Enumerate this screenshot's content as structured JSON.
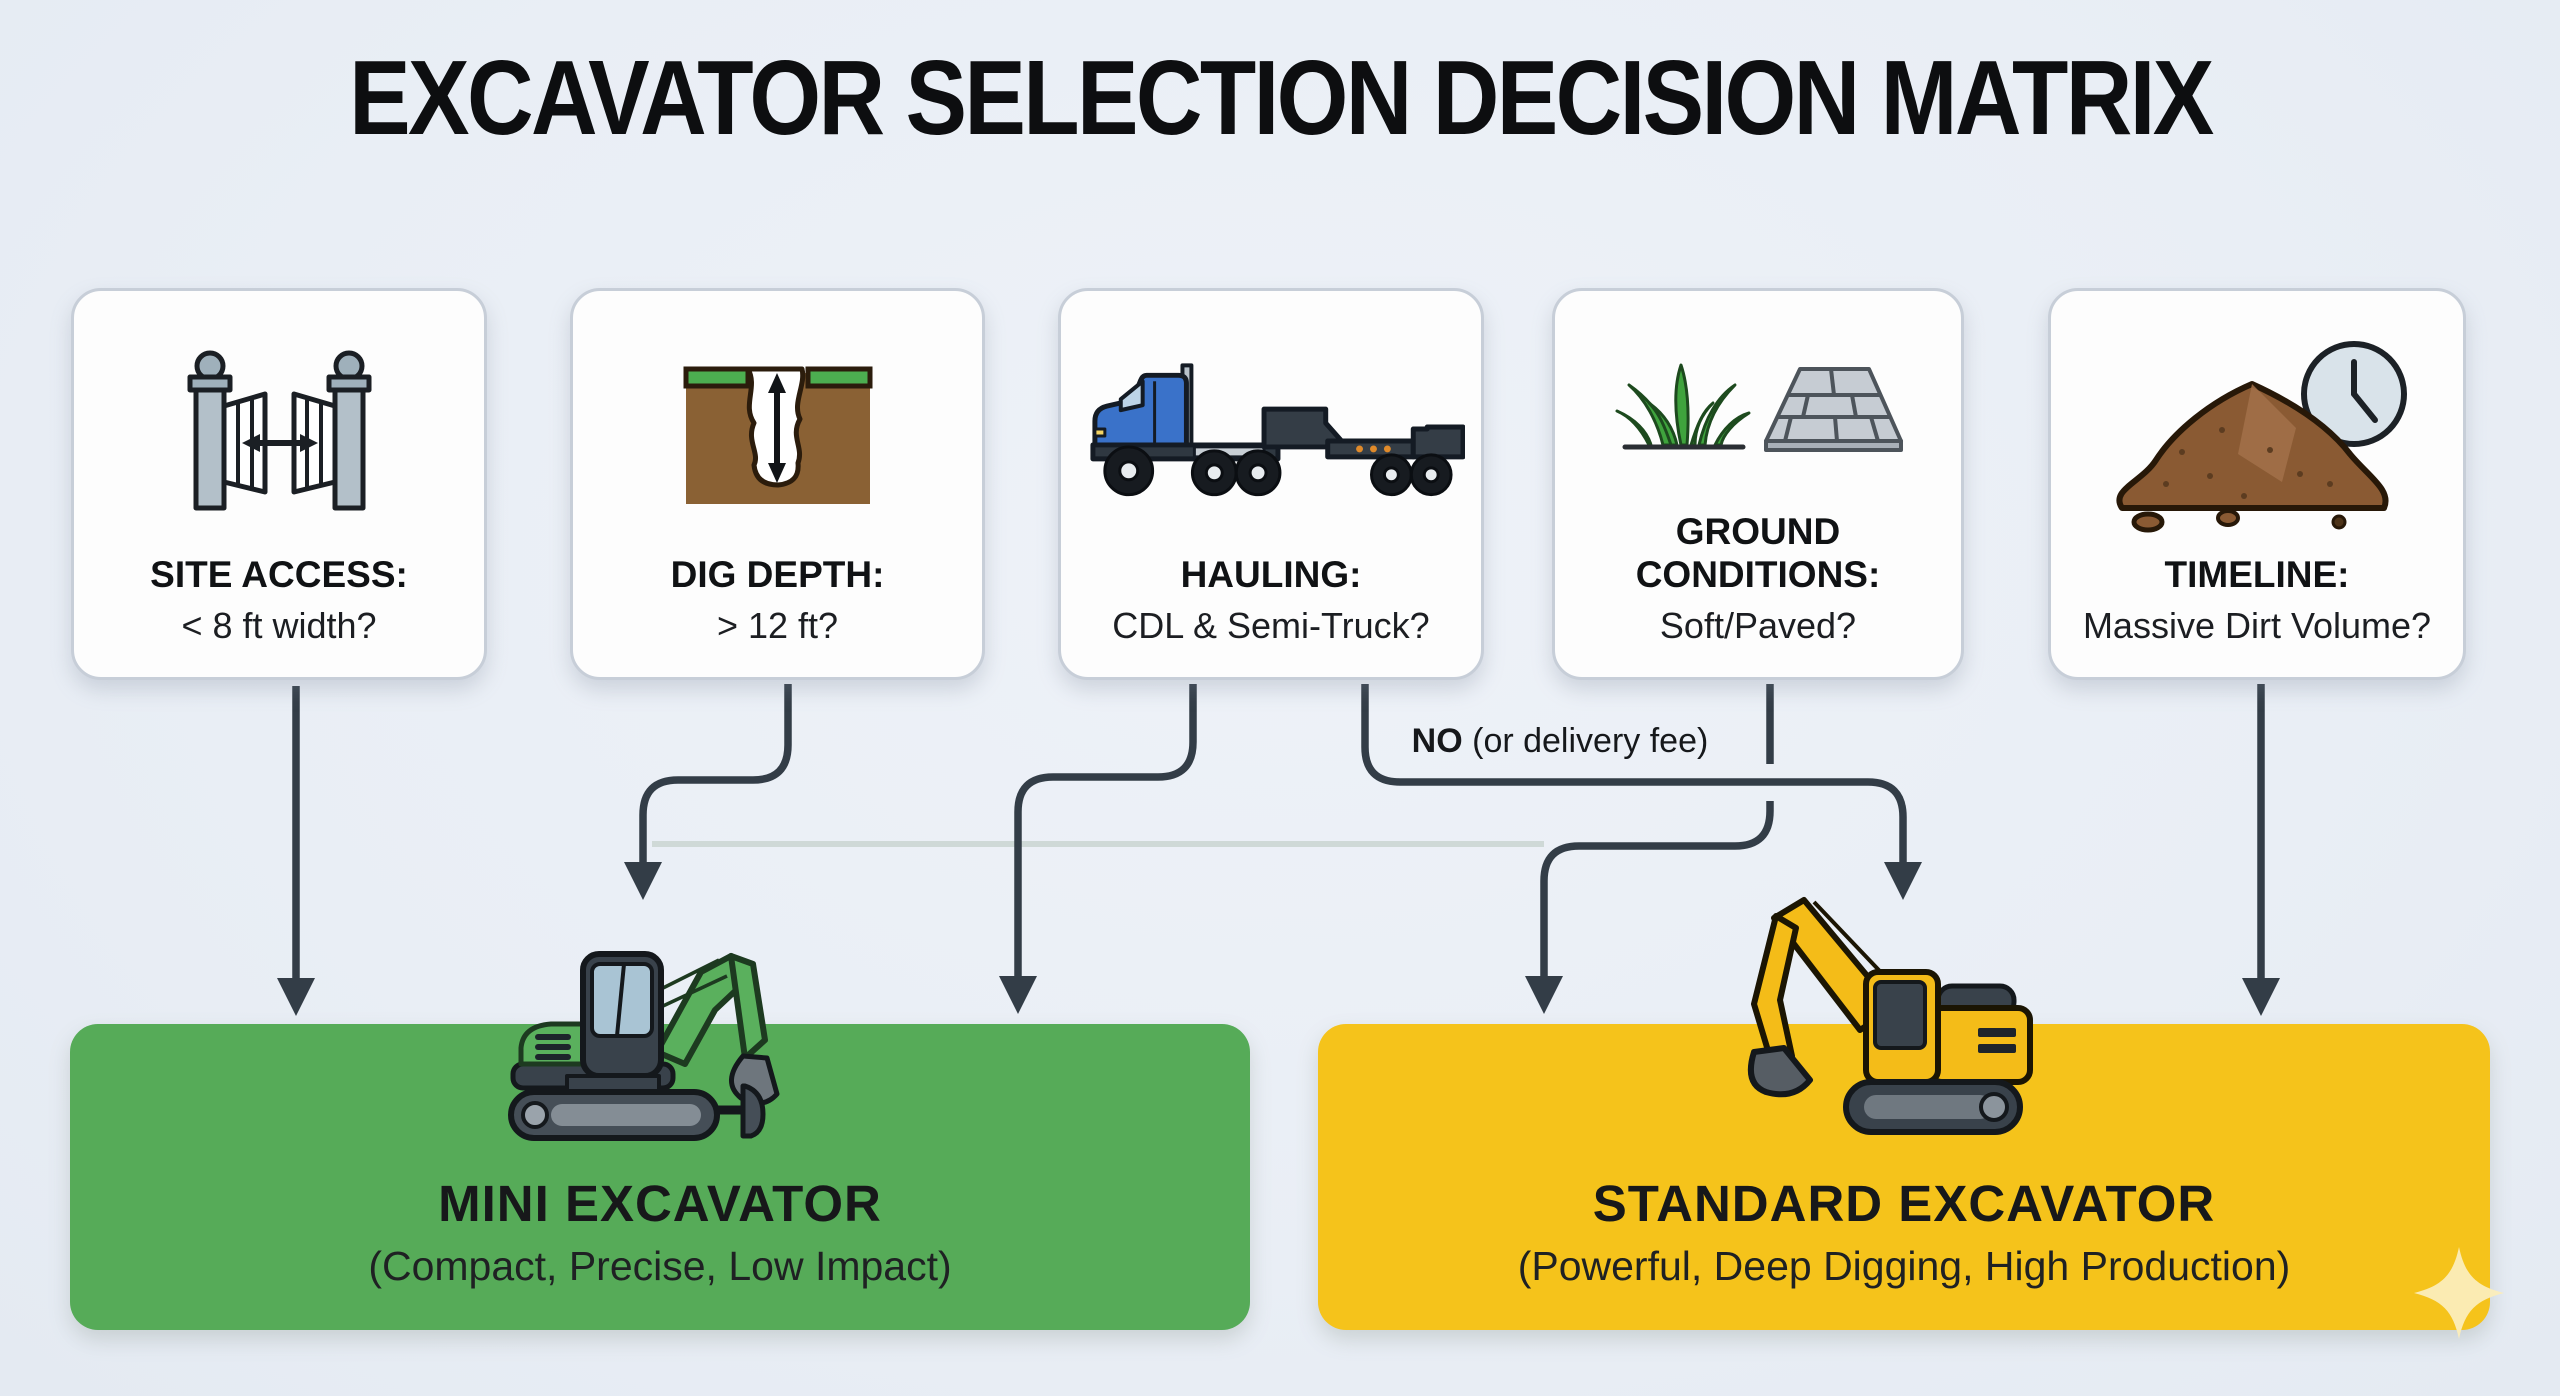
{
  "title": "EXCAVATOR SELECTION DECISION MATRIX",
  "cards": [
    {
      "icon": "gate-icon",
      "title": "SITE ACCESS:",
      "question": "< 8 ft width?"
    },
    {
      "icon": "trench-depth-icon",
      "title": "DIG DEPTH:",
      "question": "> 12 ft?"
    },
    {
      "icon": "semi-truck-icon",
      "title": "HAULING:",
      "question": "CDL & Semi-Truck?"
    },
    {
      "icon": "grass-pavers-icon",
      "title": "GROUND CONDITIONS:",
      "question": "Soft/Paved?"
    },
    {
      "icon": "dirt-pile-clock-icon",
      "title": "TIMELINE:",
      "question": "Massive Dirt Volume?"
    }
  ],
  "edge_label": {
    "bold": "NO",
    "rest": " (or delivery fee)"
  },
  "outcomes": {
    "mini": {
      "title": "MINI EXCAVATOR",
      "subtitle": "(Compact, Precise, Low Impact)",
      "color": "#56ab58"
    },
    "standard": {
      "title": "STANDARD EXCAVATOR",
      "subtitle": "(Powerful, Deep Digging, High Production)",
      "color": "#f5c31b"
    }
  },
  "colors": {
    "background": "#e9eef5",
    "card_background": "#fdfdfd",
    "card_border": "#c7ced8",
    "connector": "#333d47",
    "faint_connector": "#cfd9d7",
    "mini_green": "#56ab58",
    "standard_yellow": "#f5c31b",
    "text": "#101214",
    "sparkle": "#fbedbb"
  }
}
